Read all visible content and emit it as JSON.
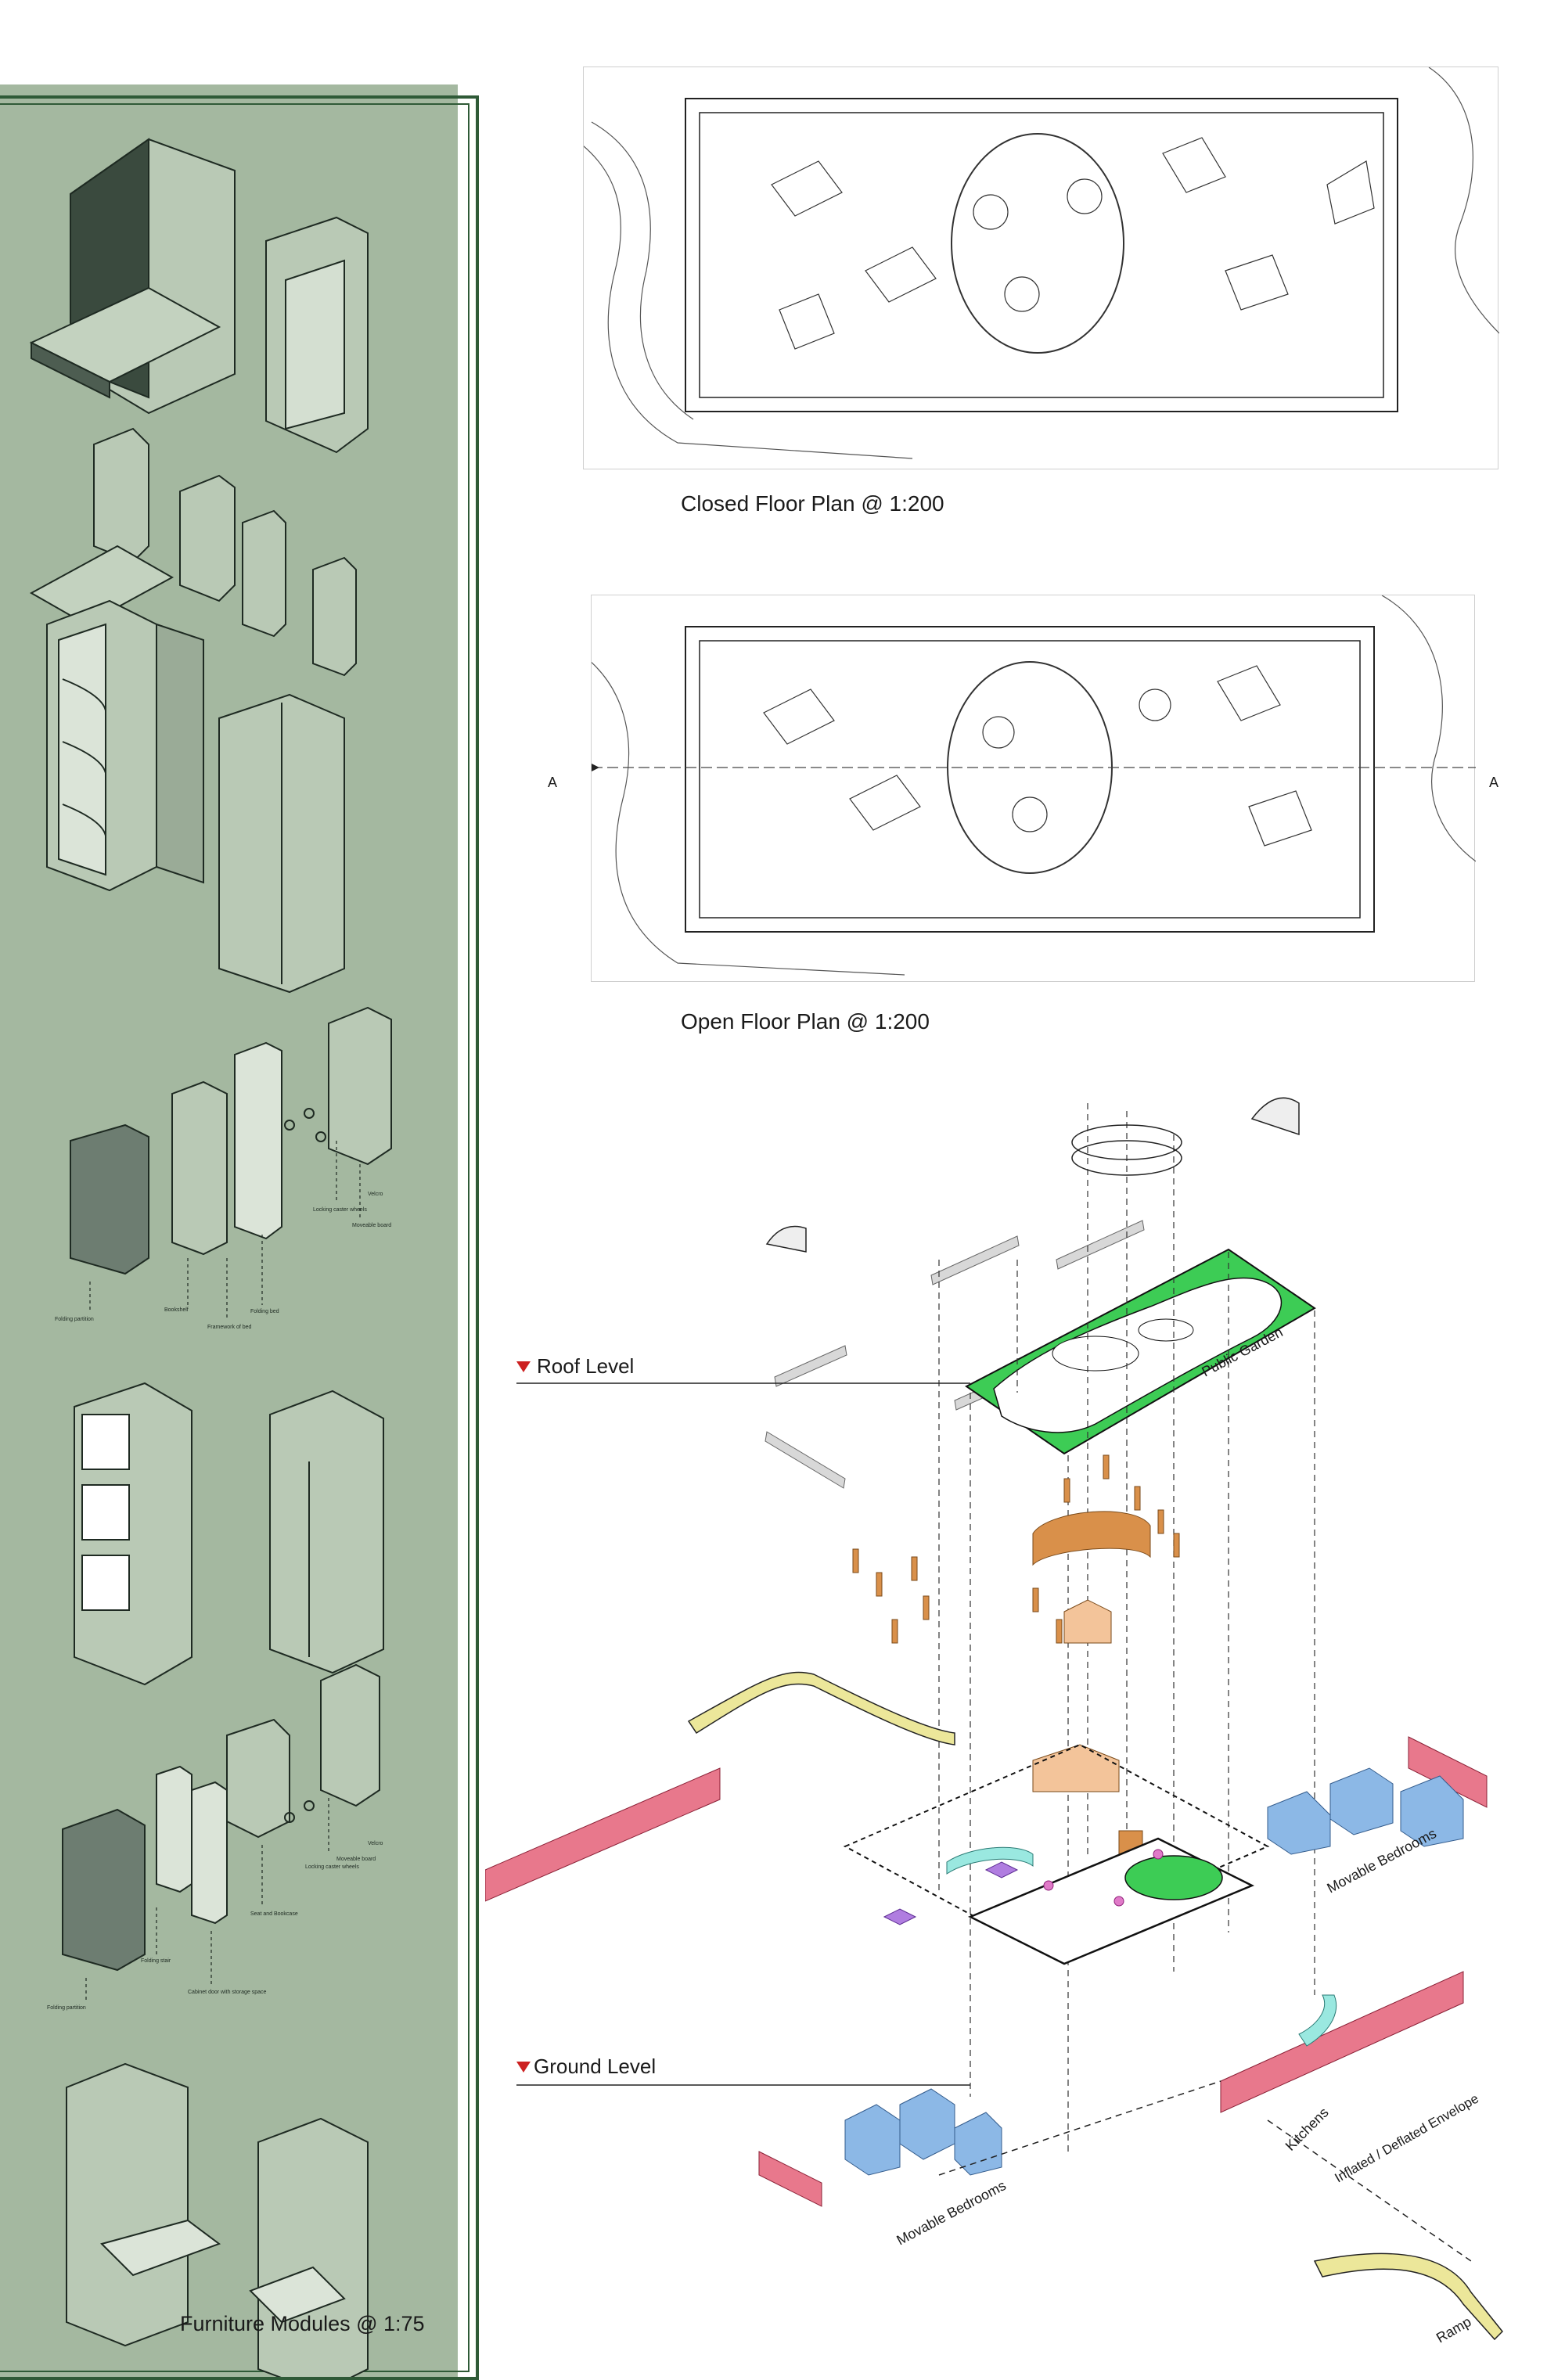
{
  "furniture_panel": {
    "caption": "Furniture Modules @ 1:75",
    "colors": {
      "panel": "#a4b8a0",
      "frame": "#2f5a37"
    },
    "exploded_a_labels": [
      "Folding partition",
      "Bookshelf",
      "Framework of bed",
      "Folding bed",
      "Locking caster wheels",
      "Moveable board",
      "Velcro"
    ],
    "exploded_b_labels": [
      "Folding partition",
      "Folding stair",
      "Cabinet door with storage space",
      "Seat and Bookcase",
      "Locking caster wheels",
      "Moveable board",
      "Velcro"
    ]
  },
  "plans": {
    "closed_caption": "Closed Floor Plan @ 1:200",
    "open_caption": "Open Floor Plan @ 1:200",
    "section_marker": "A"
  },
  "axonometric": {
    "roof_level": "Roof Level",
    "ground_level": "Ground Level",
    "public_garden": "Public Garden",
    "movable_bedrooms": "Movable Bedrooms",
    "kitchens": "Kitchens",
    "envelope": "Inflated / Deflated Envelope",
    "ramp": "Ramp",
    "colors": {
      "garden": "#3dcc55",
      "wood": "#d9904a",
      "bedroom": "#8cb8e6",
      "envelope": "#e8788c",
      "kitchen": "#9ae8e0",
      "ramp": "#ece79a",
      "marker": "#cc2020"
    }
  }
}
